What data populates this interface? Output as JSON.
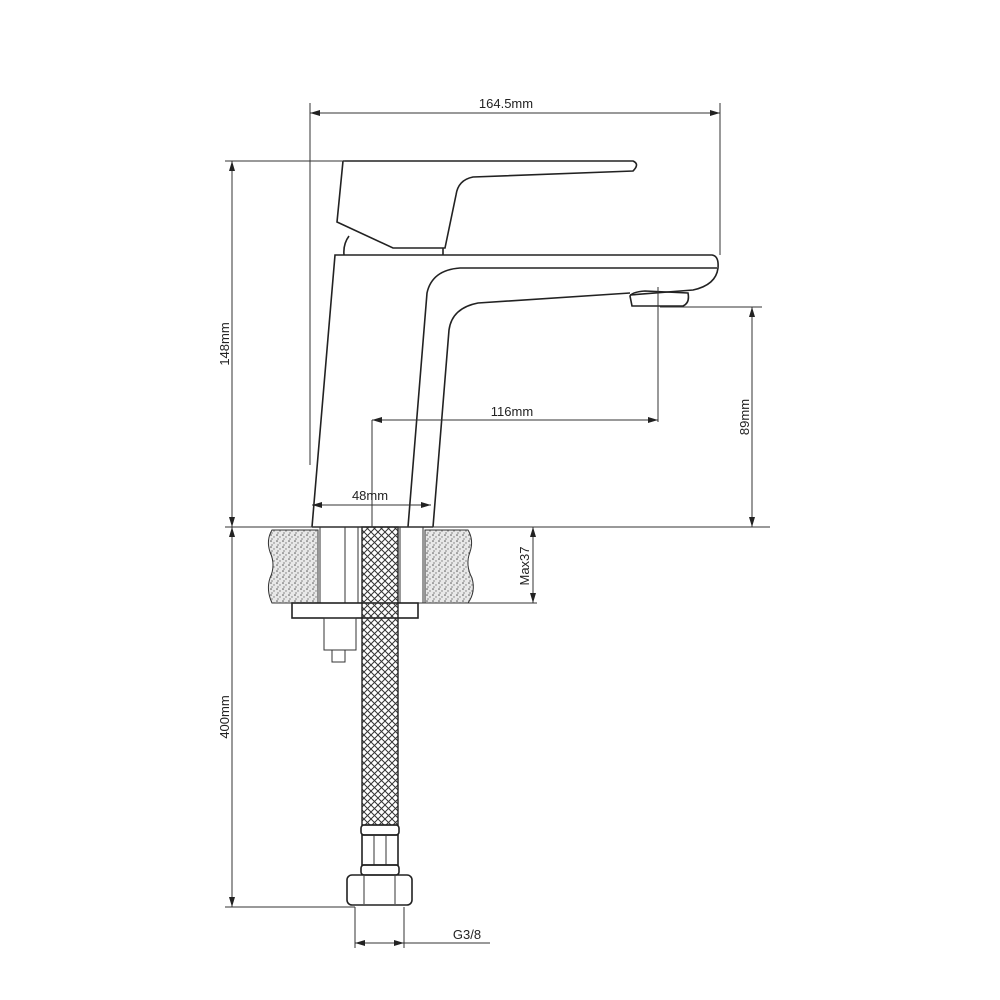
{
  "title": "Basin mixer faucet dimension drawing",
  "dimensions": {
    "overall_width": "164.5mm",
    "overall_height": "148mm",
    "spout_reach": "116mm",
    "spout_height": "89mm",
    "base_diameter": "48mm",
    "max_counter_thickness": "Max37",
    "hose_length": "400mm",
    "hose_thread": "G3/8"
  },
  "colors": {
    "line": "#222222",
    "background": "#ffffff"
  }
}
